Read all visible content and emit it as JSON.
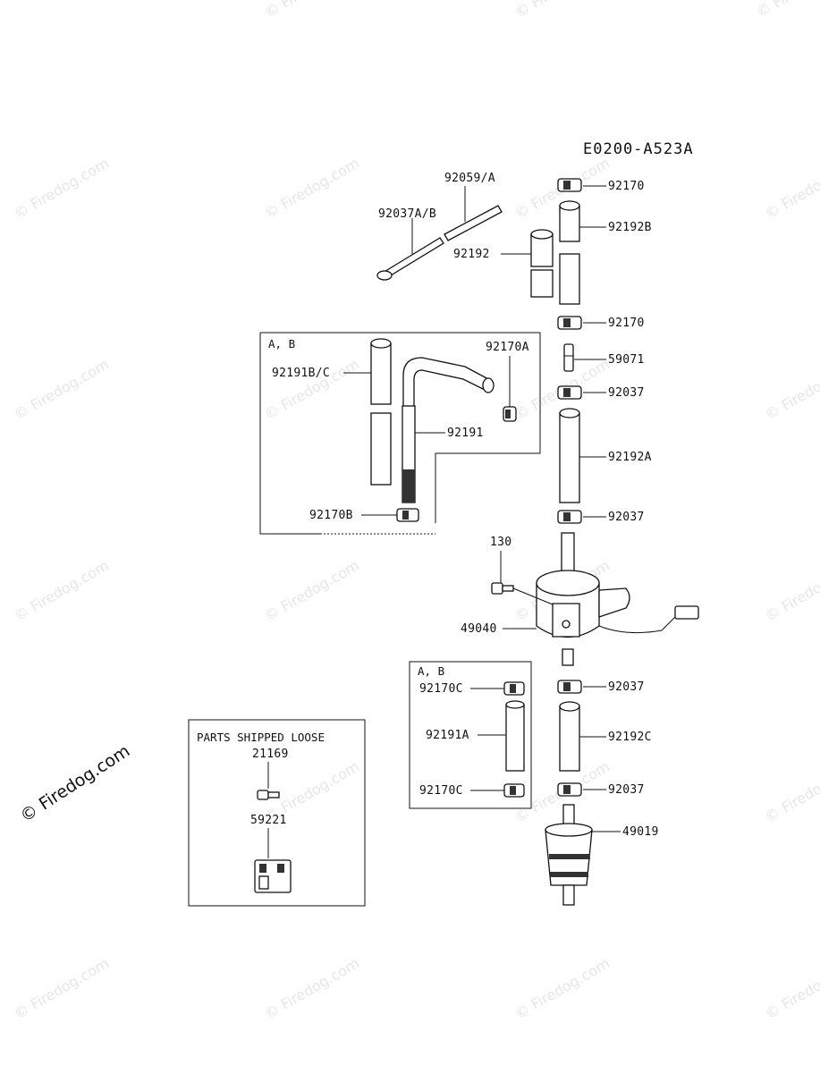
{
  "diagram_code": "E0200-A523A",
  "box_ab_top_title": "A, B",
  "box_ab_bottom_title": "A, B",
  "box_loose_title": "PARTS SHIPPED LOOSE",
  "parts": {
    "p92059A": "92059/A",
    "p92037AB": "92037A/B",
    "p92192": "92192",
    "p92170_top": "92170",
    "p92192B": "92192B",
    "p92170_mid": "92170",
    "p59071": "59071",
    "p92037_1": "92037",
    "p92170A": "92170A",
    "p92191BC": "92191B/C",
    "p92191": "92191",
    "p92192A": "92192A",
    "p92170B": "92170B",
    "p92037_2": "92037",
    "p130": "130",
    "p49040": "49040",
    "p92037_3": "92037",
    "p92170C_1": "92170C",
    "p92191A": "92191A",
    "p92192C": "92192C",
    "p92170C_2": "92170C",
    "p92037_4": "92037",
    "p49019": "49019",
    "p21169": "21169",
    "p59221": "59221"
  },
  "watermark": "© Firedog.com"
}
